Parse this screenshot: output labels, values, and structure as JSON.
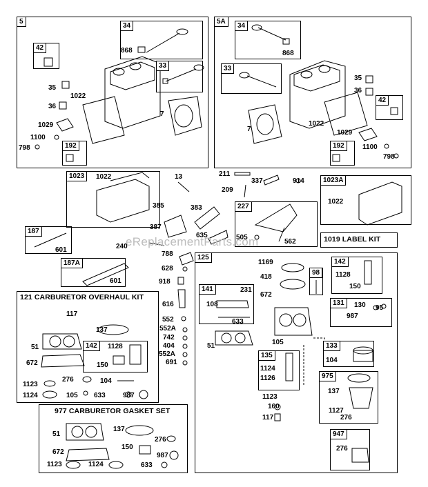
{
  "sections": {
    "s5": "5",
    "s5a": "5A",
    "s1023": "1023",
    "s1023a": "1023A",
    "s187": "187",
    "s187a": "187A",
    "s227": "227",
    "s1019": "1019 LABEL KIT",
    "s121": "121 CARBURETOR OVERHAUL KIT",
    "s977": "977 CARBURETOR GASKET SET",
    "s125": "125",
    "s141": "141",
    "s98": "98",
    "s142a": "142",
    "s131": "131",
    "s142b": "142",
    "s135": "135",
    "s133": "133",
    "s975": "975",
    "s947": "947"
  },
  "subtags": {
    "t34a": "34",
    "t42a": "42",
    "t33a": "33",
    "t192a": "192",
    "t34b": "34",
    "t33b": "33",
    "t42b": "42",
    "t192b": "192"
  },
  "parts": {
    "p868a": "868",
    "p35a": "35",
    "p1022a": "1022",
    "p36a": "36",
    "p7a": "7",
    "p1029a": "1029",
    "p1100a": "1100",
    "p798a": "798",
    "p868b": "868",
    "p35b": "35",
    "p36b": "36",
    "p7b": "7",
    "p1022b": "1022",
    "p1029b": "1029",
    "p1100b": "1100",
    "p798b": "798",
    "p1022c": "1022",
    "p13": "13",
    "p211": "211",
    "p337": "337",
    "p914": "914",
    "p209": "209",
    "p1022d": "1022",
    "p385": "385",
    "p383": "383",
    "p387": "387",
    "p635": "635",
    "p505": "505",
    "p562": "562",
    "p601a": "601",
    "p240": "240",
    "p788": "788",
    "p628": "628",
    "p918": "918",
    "p601b": "601",
    "p616": "616",
    "p552": "552",
    "p552a1": "552A",
    "p742": "742",
    "p404": "404",
    "p552a2": "552A",
    "p691": "691",
    "p117a": "117",
    "p137a": "137",
    "p51a": "51",
    "p1128a": "1128",
    "p672a": "672",
    "p150a": "150",
    "p276a": "276",
    "p104a": "104",
    "p1123a": "1123",
    "p1124a": "1124",
    "p105a": "105",
    "p633a": "633",
    "p987a": "987",
    "p51b": "51",
    "p137b": "137",
    "p276b": "276",
    "p150b": "150",
    "p672b": "672",
    "p987b": "987",
    "p1123b": "1123",
    "p1124b": "1124",
    "p633b": "633",
    "p1169": "1169",
    "p418": "418",
    "p672c": "672",
    "p108": "108",
    "p231": "231",
    "p633c": "633",
    "p1128b": "1128",
    "p150c": "150",
    "p130": "130",
    "p95": "95",
    "p987c": "987",
    "p51c": "51",
    "p105b": "105",
    "p104b": "104",
    "p1124c": "1124",
    "p1126": "1126",
    "p1123c": "1123",
    "p160": "160",
    "p117b": "117",
    "p137c": "137",
    "p1127": "1127",
    "p276c": "276",
    "p276d": "276"
  },
  "watermark": "eReplacementParts.com"
}
